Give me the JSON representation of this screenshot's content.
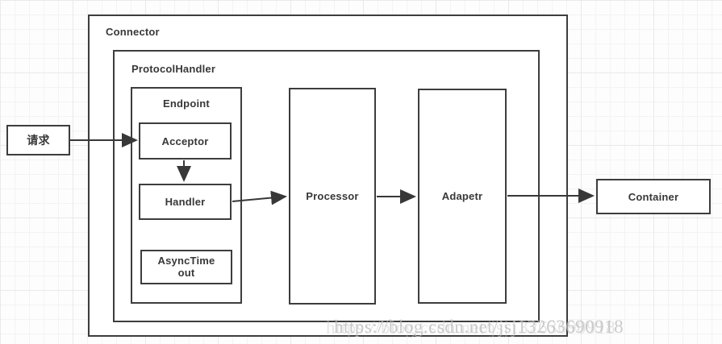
{
  "diagram": {
    "watermark": "https://blog.csdn.net/jsj13263690918",
    "nodes": {
      "request": {
        "label": "请求"
      },
      "connector": {
        "label": "Connector"
      },
      "protocol_handler": {
        "label": "ProtocolHandler"
      },
      "endpoint": {
        "label": "Endpoint"
      },
      "acceptor": {
        "label": "Acceptor"
      },
      "handler": {
        "label": "Handler"
      },
      "async_timeout": {
        "line1": "AsyncTime",
        "line2": "out"
      },
      "processor": {
        "label": "Processor"
      },
      "adapter": {
        "label": "Adapetr"
      },
      "container": {
        "label": "Container"
      }
    },
    "edges": [
      "request -> acceptor",
      "acceptor -> handler",
      "handler -> processor",
      "processor -> adapter",
      "adapter -> container"
    ],
    "colors": {
      "border": "#3d3d3d",
      "text": "#383838",
      "watermark": "#bababa",
      "grid_line": "#e9e9e9",
      "background": "#fdfdfd"
    }
  }
}
